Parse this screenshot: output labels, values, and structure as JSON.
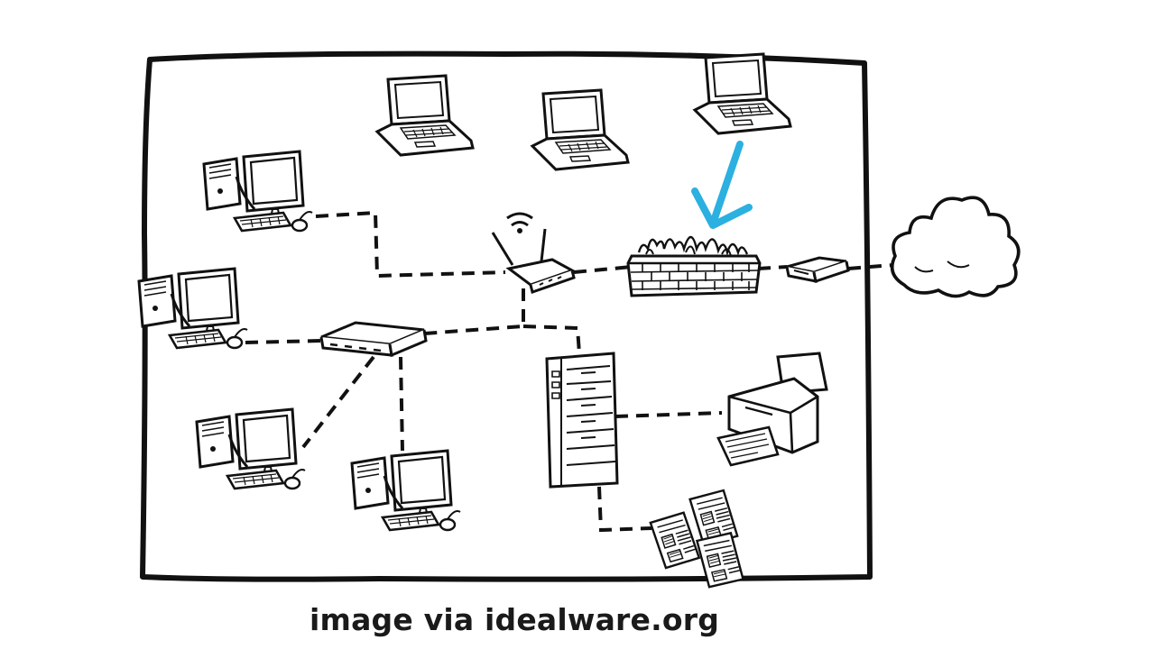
{
  "diagram": {
    "devices": [
      {
        "id": "laptop-1",
        "kind": "laptop"
      },
      {
        "id": "laptop-2",
        "kind": "laptop"
      },
      {
        "id": "laptop-3",
        "kind": "laptop"
      },
      {
        "id": "desktop-1",
        "kind": "desktop"
      },
      {
        "id": "desktop-2",
        "kind": "desktop"
      },
      {
        "id": "desktop-3",
        "kind": "desktop"
      },
      {
        "id": "desktop-4",
        "kind": "desktop"
      },
      {
        "id": "wifi-router",
        "kind": "router"
      },
      {
        "id": "firewall",
        "kind": "firewall"
      },
      {
        "id": "modem",
        "kind": "modem"
      },
      {
        "id": "network-switch",
        "kind": "switch"
      },
      {
        "id": "file-server",
        "kind": "server"
      },
      {
        "id": "printer",
        "kind": "printer"
      },
      {
        "id": "documents",
        "kind": "documents"
      },
      {
        "id": "internet-cloud",
        "kind": "cloud"
      }
    ],
    "connections": [
      [
        "desktop-1",
        "wifi-router"
      ],
      [
        "wifi-router",
        "firewall"
      ],
      [
        "firewall",
        "modem"
      ],
      [
        "modem",
        "internet-cloud"
      ],
      [
        "wifi-router",
        "network-switch"
      ],
      [
        "desktop-2",
        "network-switch"
      ],
      [
        "network-switch",
        "desktop-3"
      ],
      [
        "network-switch",
        "desktop-4"
      ],
      [
        "wifi-router",
        "file-server"
      ],
      [
        "file-server",
        "printer"
      ],
      [
        "file-server",
        "documents"
      ]
    ],
    "highlight": {
      "target": "firewall",
      "color": "#2bb0e0",
      "icon": "arrow-down-left-icon"
    },
    "colors": {
      "ink": "#111111",
      "accent": "#2bb0e0"
    }
  },
  "caption": "image via idealware.org"
}
